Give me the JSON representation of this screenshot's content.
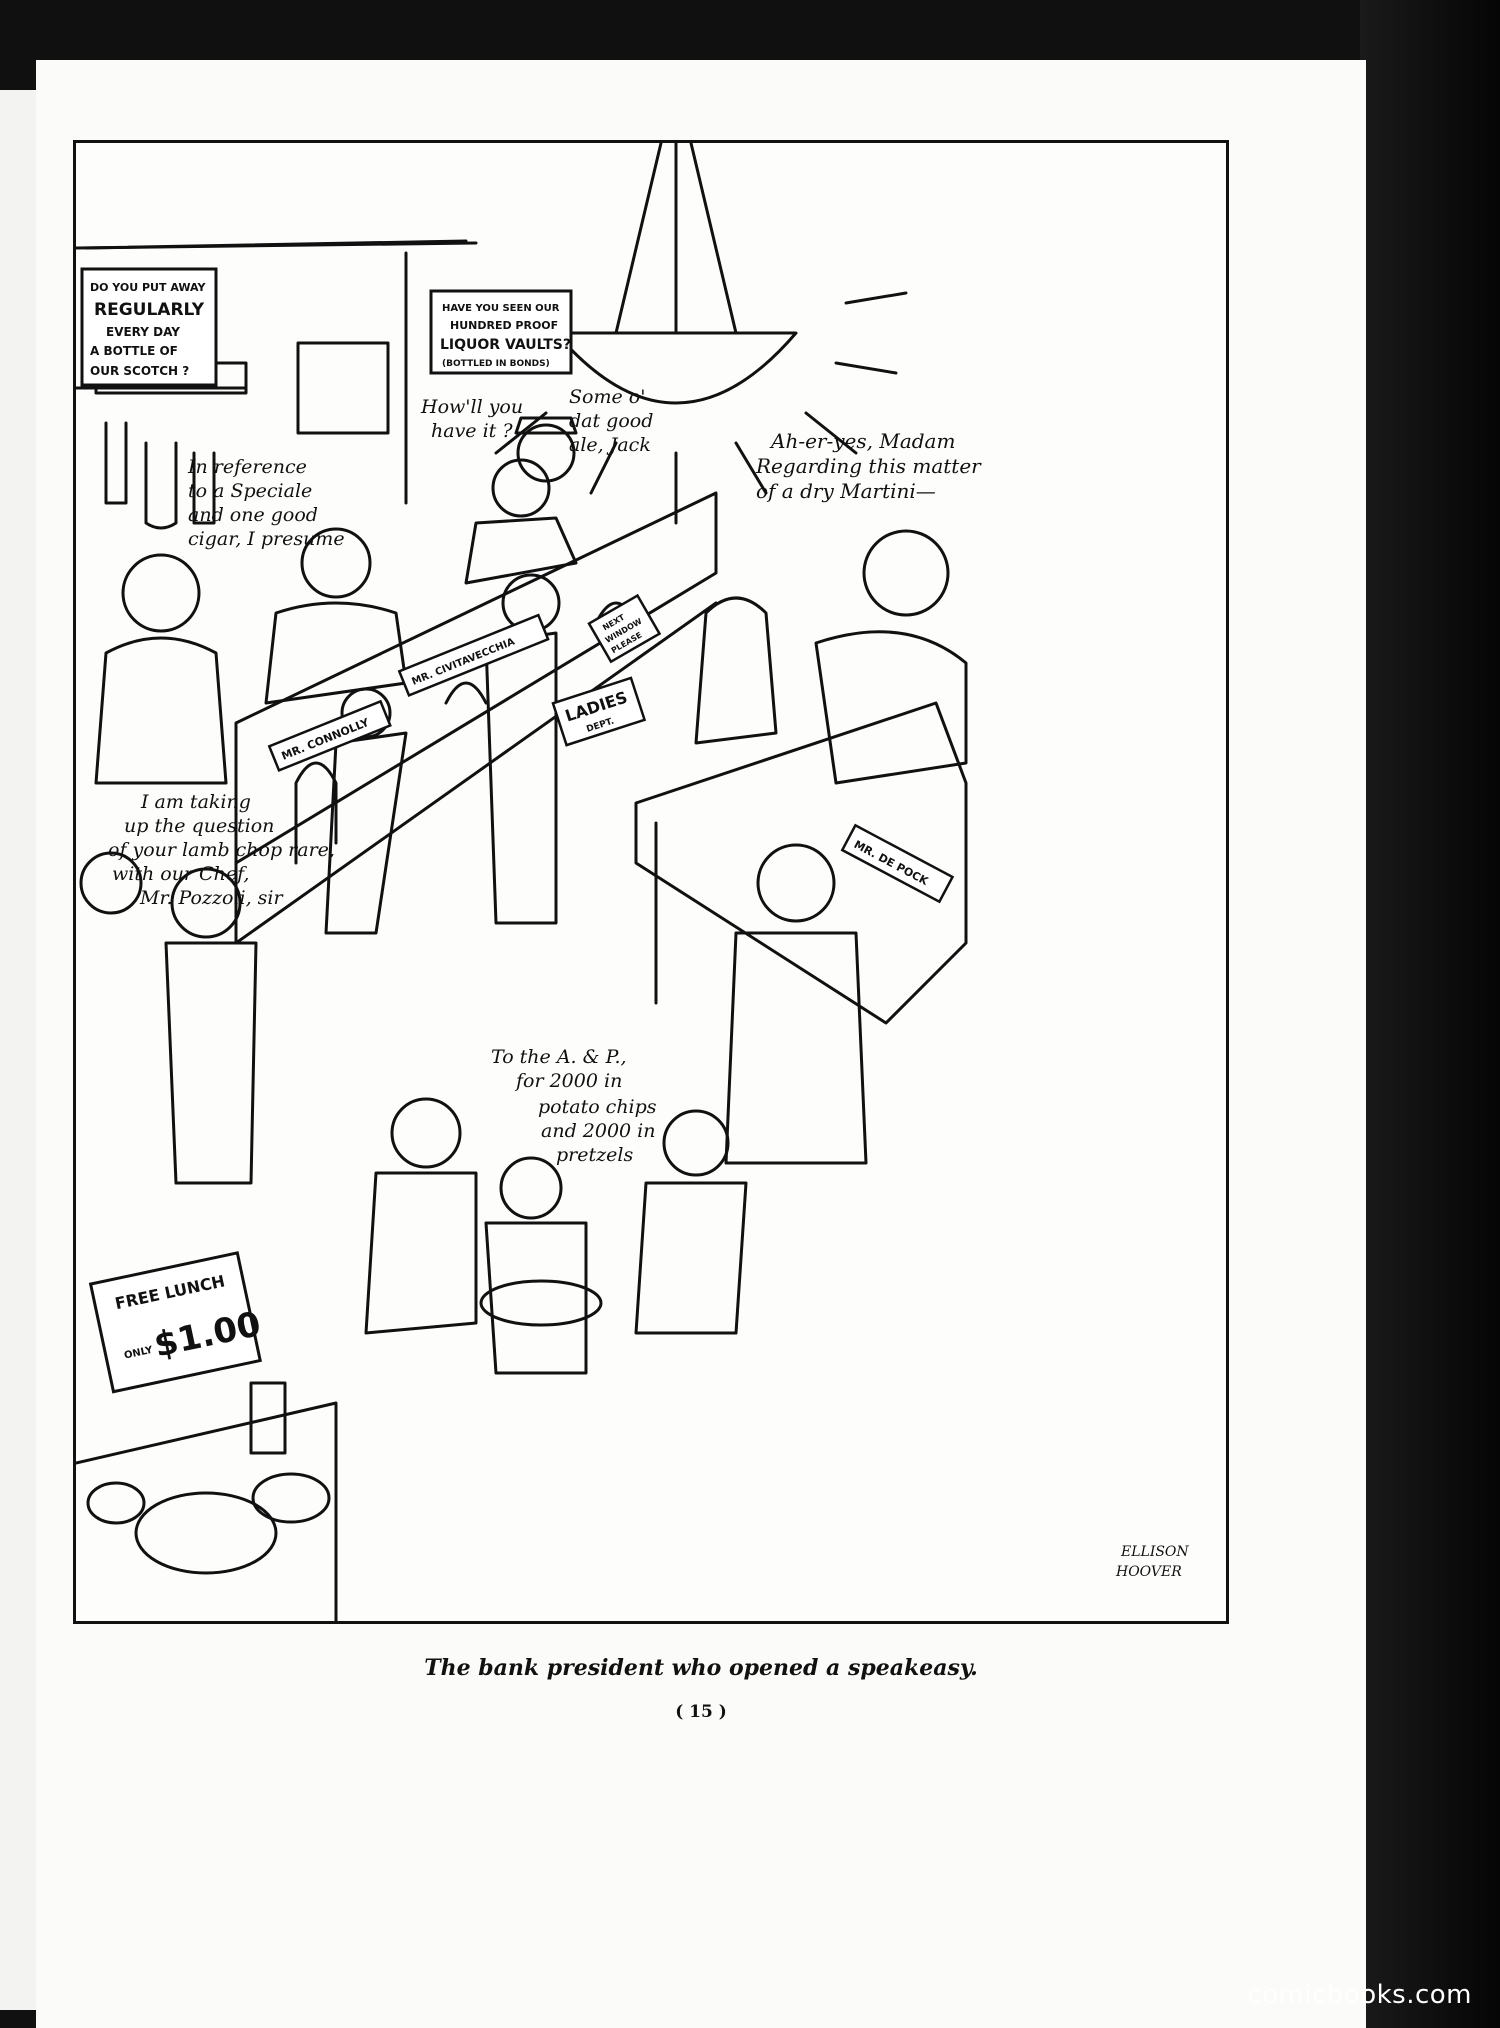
{
  "signs": {
    "regularly": [
      "DO YOU PUT AWAY",
      "REGULARLY",
      "EVERY DAY",
      "A BOTTLE OF",
      "OUR SCOTCH ?"
    ],
    "liquor": [
      "HAVE YOU SEEN OUR",
      "HUNDRED PROOF",
      "LIQUOR VAULTS?",
      "(BOTTLED IN BONDS)"
    ],
    "connolly": "MR. CONNOLLY",
    "civitavecchia": "MR. CIVITAVECCHIA",
    "next_window": [
      "NEXT",
      "WINDOW",
      "PLEASE"
    ],
    "ladies": [
      "LADIES",
      "DEPT."
    ],
    "de_pock": "MR. DE POCK",
    "free_lunch": [
      "FREE LUNCH",
      "ONLY",
      "$1.00"
    ]
  },
  "speech": {
    "teller": [
      "In reference",
      "to a Speciale",
      "and one good",
      "cigar, I presume"
    ],
    "howll": [
      "How'll you",
      "have it ?"
    ],
    "policeman": [
      "Some o'",
      "dat good",
      "ale, Jack"
    ],
    "president": [
      "Ah-er-yes, Madam",
      "Regarding this matter",
      "of a dry Martini—"
    ],
    "waiter": [
      "I am taking",
      "up the question",
      "of your lamb chop rare,",
      "with our Chef,",
      "Mr. Pozzoli, sir"
    ],
    "guards": [
      "To the A. & P.,",
      "for 2000 in",
      "potato chips",
      "and 2000 in",
      "pretzels"
    ]
  },
  "signature": [
    "ELLISON",
    "HOOVER"
  ],
  "caption": "The bank president who opened a speakeasy.",
  "page_number": "( 15 )",
  "watermark": "comicbooks.com"
}
